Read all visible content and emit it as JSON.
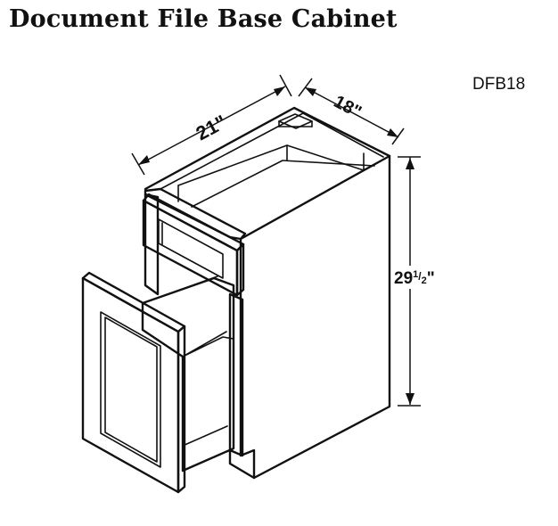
{
  "title": "Document File Base Cabinet",
  "model_code": "DFB18",
  "dimensions": {
    "depth": "21\"",
    "width": "18\"",
    "height_whole": "29",
    "height_frac_num": "1",
    "height_frac_slash": "/",
    "height_frac_den": "2",
    "height_mark": "\""
  }
}
